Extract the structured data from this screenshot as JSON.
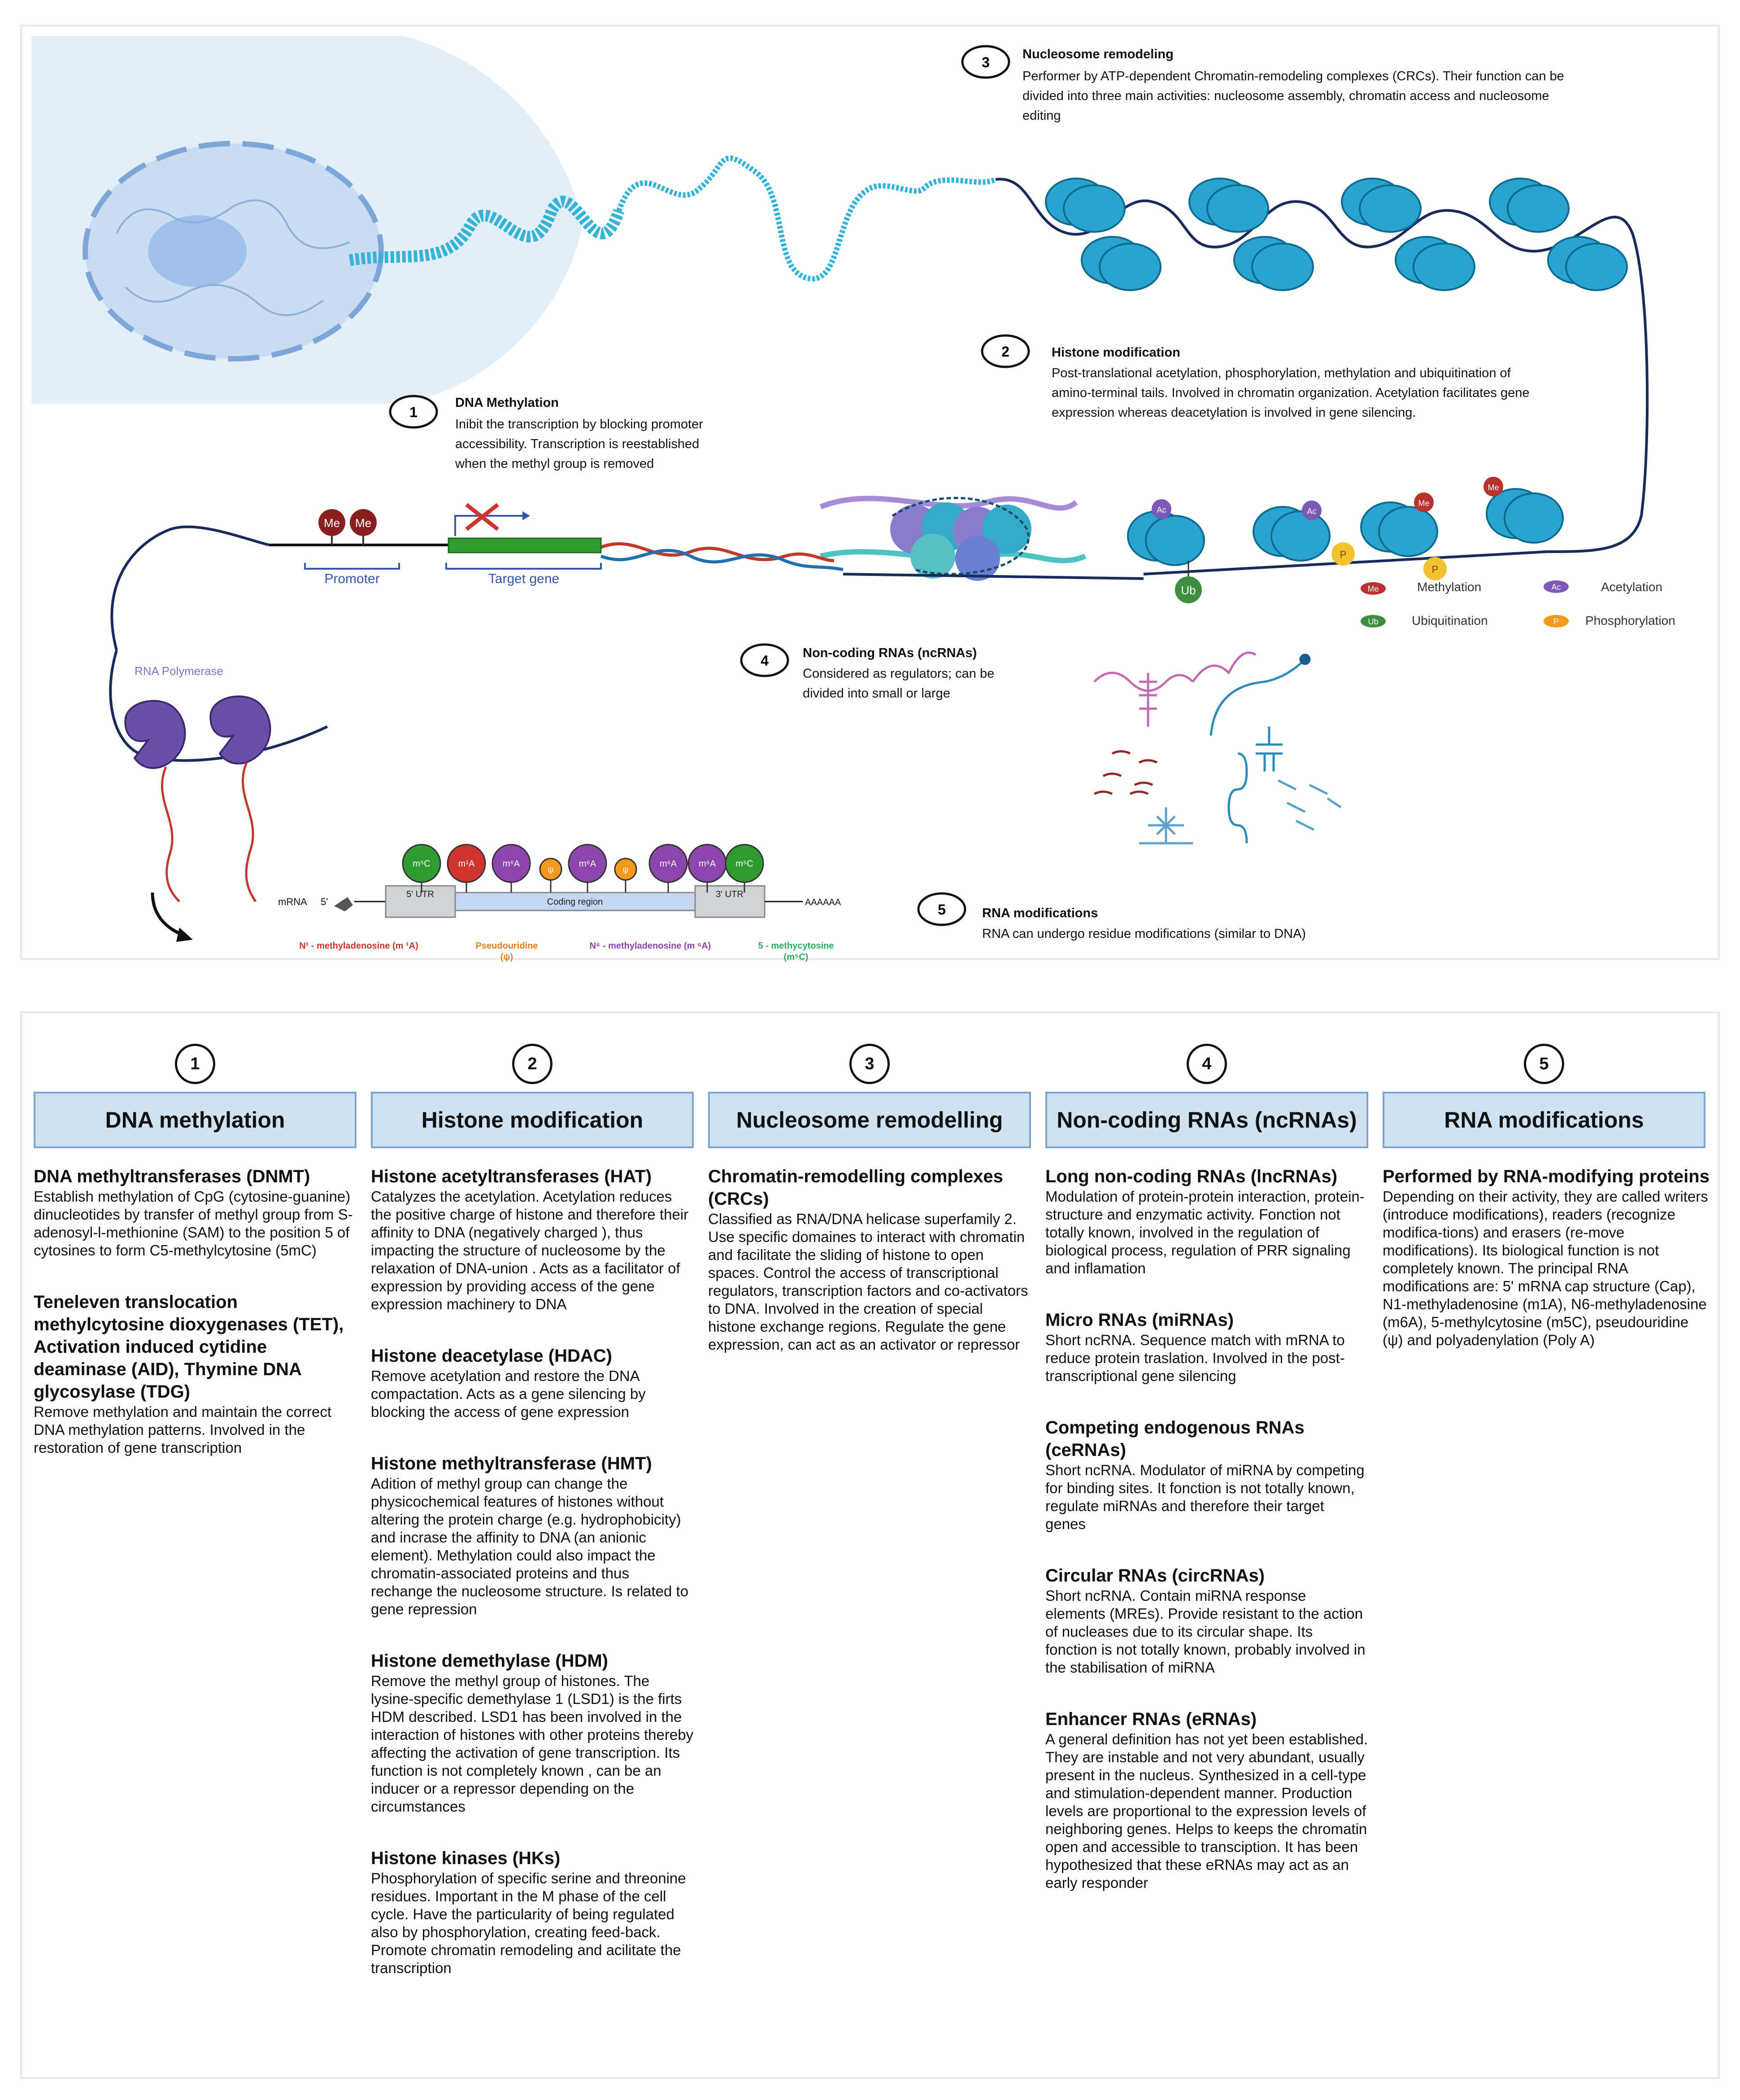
{
  "top_figure": {
    "callouts": [
      {
        "num": "1",
        "title": "DNA Methylation",
        "body": [
          "Inibit the transcription by blocking promoter",
          "accessibility. Transcription is reestablished",
          "when the methyl group is removed"
        ]
      },
      {
        "num": "2",
        "title": "Histone modification",
        "body": [
          "Post-translational acetylation, phosphorylation, methylation and ubiquitination of",
          "amino-terminal tails. Involved in chromatin organization. Acetylation facilitates gene",
          "expression whereas deacetylation is involved in gene silencing."
        ]
      },
      {
        "num": "3",
        "title": "Nucleosome remodeling",
        "body": [
          "Performer by ATP-dependent Chromatin-remodeling complexes (CRCs). Their function can be",
          "divided into three main activities: nucleosome assembly, chromatin access and nucleosome",
          "editing"
        ]
      },
      {
        "num": "4",
        "title": "Non-coding RNAs (ncRNAs)",
        "body": [
          "Considered as regulators; can be",
          "divided into small or large"
        ]
      },
      {
        "num": "5",
        "title": "RNA modifications",
        "body": [
          "RNA can undergo residue modifications (similar to DNA)"
        ]
      }
    ],
    "gene": {
      "me": "Me",
      "promoter": "Promoter",
      "target": "Target gene"
    },
    "legend": {
      "me_badge": "Me",
      "ac_badge": "Ac",
      "ub_badge": "Ub",
      "p_badge": "P",
      "methylation": "Methylation",
      "acetylation": "Acetylation",
      "ubiquitination": "Ubiquitination",
      "phosphorylation": "Phosphorylation"
    },
    "histone_marks": {
      "ac": "Ac",
      "ub": "Ub",
      "p": "P",
      "me": "Me"
    },
    "rna_polymerase": "RNA Polymerase",
    "mrna": {
      "label": "mRNA",
      "five_prime": "5'",
      "utr5": "5' UTR",
      "coding": "Coding region",
      "utr3": "3' UTR",
      "polya": "AAAAAA",
      "marks": [
        "m⁵C",
        "m¹A",
        "m⁶A",
        "ψ",
        "m⁶A",
        "ψ",
        "m⁶A",
        "m⁶A",
        "m⁵C"
      ],
      "legend_m1a": "N¹ - methyladenosine (m ¹A)",
      "legend_psi_1": "Pseudouridine",
      "legend_psi_2": "(ψ)",
      "legend_m6a": "N⁶ - methyladenosine (m ⁶A)",
      "legend_m5c_1": "5 - methycytosine",
      "legend_m5c_2": "(m⁵C)"
    }
  },
  "columns": [
    {
      "num": "1",
      "header": "DNA methylation",
      "entries": [
        {
          "title": "DNA methyltransferases (DNMT)",
          "body": "Establish methylation of CpG (cytosine-guanine) dinucleotides by transfer of methyl group from S-adenosyl-l-methionine (SAM) to the position 5 of cytosines to form C5-methylcytosine (5mC)"
        },
        {
          "title": "Teneleven translocation methylcytosine dioxygenases (TET), Activation induced cytidine deaminase (AID), Thymine DNA glycosylase (TDG)",
          "body": "Remove methylation and maintain the correct DNA methylation patterns. Involved in the restoration of gene transcription"
        }
      ]
    },
    {
      "num": "2",
      "header": "Histone modification",
      "entries": [
        {
          "title": "Histone acetyltransferases (HAT)",
          "body": "Catalyzes the acetylation. Acetylation reduces the positive charge of histone and therefore their affinity to DNA (negatively charged ), thus impacting the structure of nucleosome by the relaxation of DNA-union . Acts as a facilitator of expression by providing access of the gene expression machinery to DNA"
        },
        {
          "title": "Histone deacetylase (HDAC)",
          "body": "Remove acetylation and restore the DNA compactation. Acts as a gene silencing by blocking the access of gene expression"
        },
        {
          "title": "Histone methyltransferase (HMT)",
          "body": "Adition of methyl group can change the physicochemical features of histones without altering the protein charge (e.g. hydrophobicity) and incrase the affinity to DNA (an anionic element). Methylation could also impact the chromatin-associated proteins and thus rechange the nucleosome structure. Is related to gene repression"
        },
        {
          "title": "Histone demethylase (HDM)",
          "body": "Remove the methyl group of histones. The lysine-specific demethylase 1 (LSD1) is the firts HDM described. LSD1 has been involved in the interaction of histones with other proteins thereby affecting the activation of gene transcription. Its function is not completely known , can be an inducer or a repressor depending on the circumstances"
        },
        {
          "title": "Histone kinases (HKs)",
          "body": "Phosphorylation of specific serine and threonine residues. Important in the M phase of the cell cycle. Have the particularity of being regulated also by phosphorylation, creating feed-back. Promote chromatin remodeling and acilitate the transcription"
        }
      ]
    },
    {
      "num": "3",
      "header": "Nucleosome remodelling",
      "entries": [
        {
          "title": "Chromatin-remodelling complexes (CRCs)",
          "body": "Classified as RNA/DNA helicase superfamily 2. Use specific domaines to interact with chromatin and facilitate the sliding of histone to open spaces. Control the access of transcriptional regulators, transcription factors and co-activators to DNA. Involved in the creation of special histone exchange regions. Regulate the gene expression, can act as an activator or repressor"
        }
      ]
    },
    {
      "num": "4",
      "header": "Non-coding RNAs (ncRNAs)",
      "entries": [
        {
          "title": "Long non-coding RNAs (lncRNAs)",
          "body": "Modulation of protein-protein interaction, protein-structure and enzymatic activity. Fonction not totally known, involved in the regulation of biological process, regulation of PRR signaling and inflamation"
        },
        {
          "title": "Micro RNAs (miRNAs)",
          "body": "Short ncRNA. Sequence match with mRNA to reduce protein traslation. Involved in the post-transcriptional gene silencing"
        },
        {
          "title": "Competing endogenous RNAs (ceRNAs)",
          "body": "Short ncRNA. Modulator of miRNA by competing for binding sites. It fonction is not totally known, regulate miRNAs and therefore their target genes"
        },
        {
          "title": "Circular RNAs (circRNAs)",
          "body": "Short ncRNA. Contain miRNA response elements (MREs). Provide resistant to the action of nucleases due to its circular shape. Its fonction is not totally known, probably involved in the stabilisation of miRNA"
        },
        {
          "title": "Enhancer RNAs (eRNAs)",
          "body": "A general definition has not yet been established. They are instable and not very abundant, usually present in the nucleus. Synthesized in a cell-type and stimulation-dependent manner. Production levels are proportional to the expression levels of neighboring genes. Helps to keeps the chromatin open and accessible to transciption. It has been hypothesized that these eRNAs may act as an early responder"
        }
      ]
    },
    {
      "num": "5",
      "header": "RNA modifications",
      "entries": [
        {
          "title": "Performed by RNA-modifying proteins",
          "body": "Depending on their activity, they are called writers (introduce modifications), readers (recognize modifica-tions) and erasers (re-move modifications). Its biological function is not completely known. The principal RNA modifications are: 5' mRNA cap structure (Cap), N1-methyladenosine (m1A), N6-methyladenosine (m6A), 5-methylcytosine (m5C), pseudouridine (ψ) and polyadenylation (Poly A)"
        }
      ]
    }
  ]
}
